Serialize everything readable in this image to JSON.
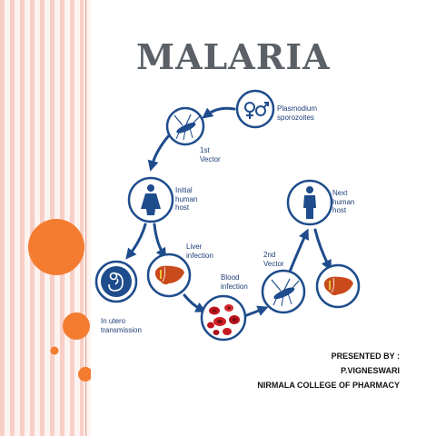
{
  "slide": {
    "title": "MALARIA",
    "presented_by": "PRESENTED BY :",
    "presenter": "P.VIGNESWARI",
    "college": "NIRMALA COLLEGE OF PHARMACY"
  },
  "diagram": {
    "nodes": {
      "sporozoites": {
        "label_1": "Plasmodium",
        "label_2": "sporozoites",
        "icon": "male-female-symbols-icon"
      },
      "vector1": {
        "label_1": "1st",
        "label_2": "Vector",
        "icon": "mosquito-icon"
      },
      "host1": {
        "label_1": "Initial",
        "label_2": "human",
        "label_3": "host",
        "icon": "human-figure-icon"
      },
      "utero": {
        "label_1": "In utero",
        "label_2": "transmission",
        "icon": "fetus-icon"
      },
      "liver1": {
        "label_1": "Liver",
        "label_2": "infection",
        "icon": "liver-icon"
      },
      "blood": {
        "label_1": "Blood",
        "label_2": "infection",
        "icon": "red-blood-cells-icon"
      },
      "vector2": {
        "label_1": "2nd",
        "label_2": "Vector",
        "icon": "mosquito-icon"
      },
      "host2": {
        "label_1": "Next",
        "label_2": "human",
        "label_3": "host",
        "icon": "human-figure-icon"
      },
      "liver2": {
        "icon": "liver-icon"
      }
    }
  },
  "colors": {
    "accent_orange": "#f47c30",
    "stripe_pink": "#f7cfc7",
    "diagram_blue": "#1e4c8c",
    "title_gray": "#5a6066"
  }
}
